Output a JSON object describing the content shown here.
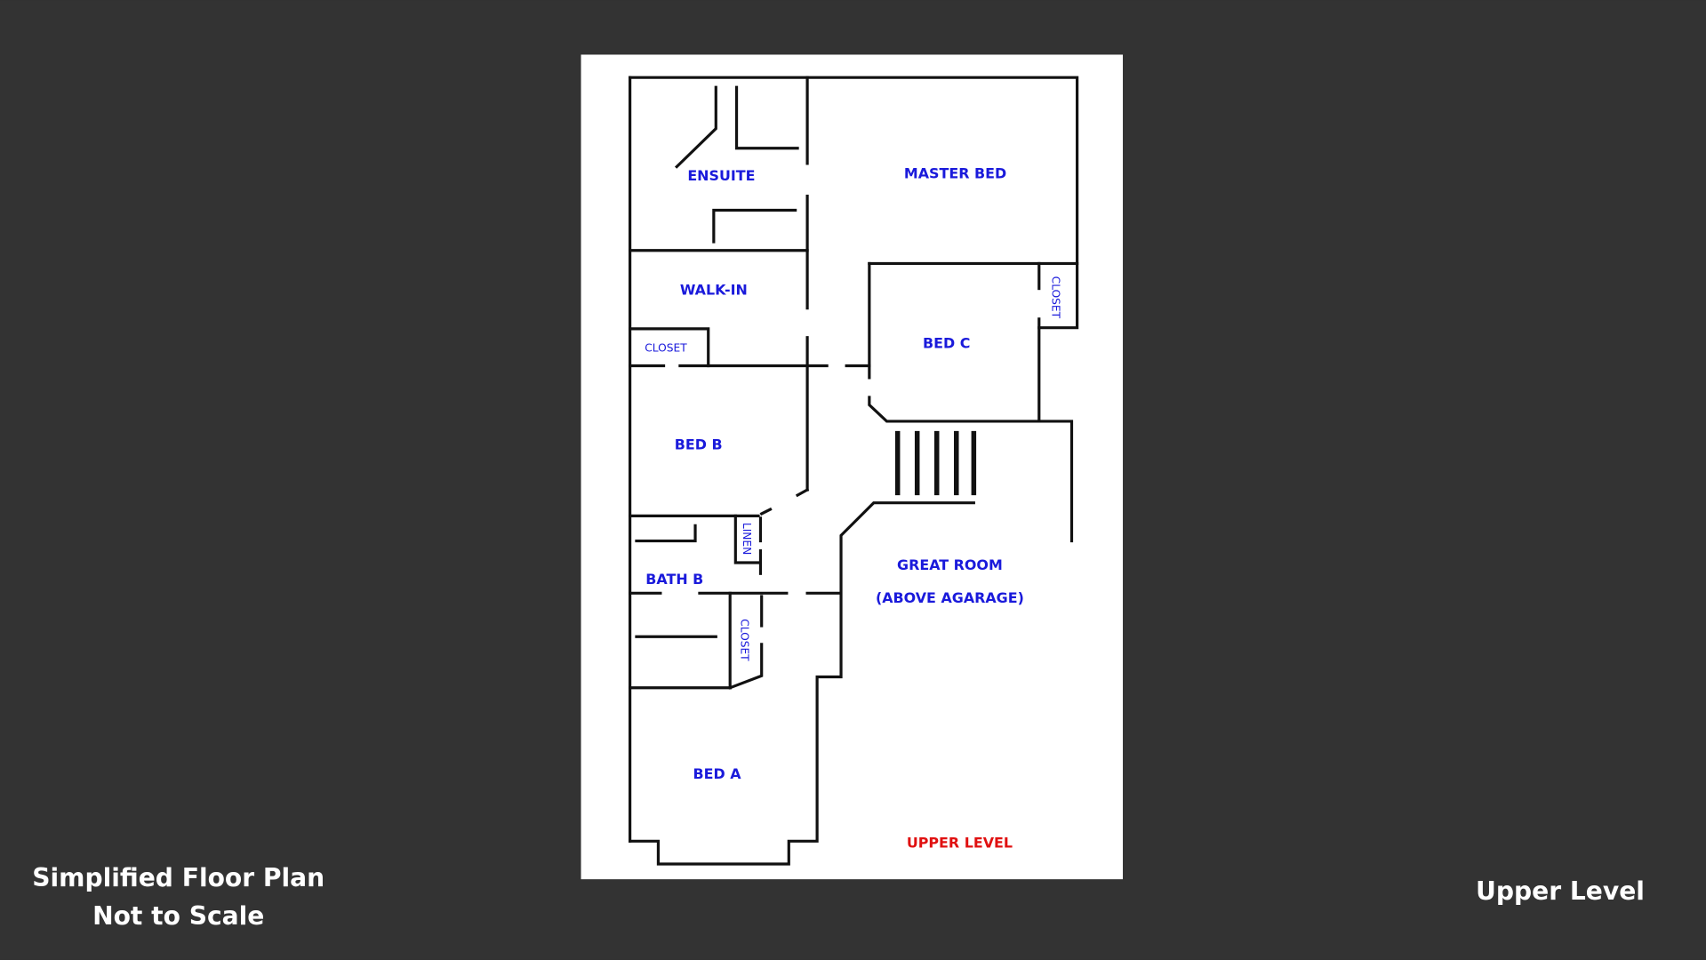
{
  "colors": {
    "background": "#333333",
    "sheet": "#ffffff",
    "wall": "#111111",
    "room_label": "#1a1adb",
    "level_label": "#e01010",
    "caption": "#ffffff"
  },
  "plan": {
    "rooms": {
      "ensuite": "ENSUITE",
      "master_bed": "MASTER BED",
      "walk_in": "WALK-IN",
      "closet_walkin": "CLOSET",
      "closet_bed_c": "CLOSET",
      "bed_c": "BED C",
      "bed_b": "BED B",
      "linen": "LINEN",
      "bath_b": "BATH B",
      "closet_bath": "CLOSET",
      "great_room": "GREAT ROOM",
      "great_room_note": "(ABOVE AGARAGE)",
      "bed_a": "BED A"
    },
    "level_label": "UPPER LEVEL"
  },
  "captions": {
    "line1": "Simplified Floor Plan",
    "line2": "Not to Scale",
    "level": "Upper Level"
  }
}
